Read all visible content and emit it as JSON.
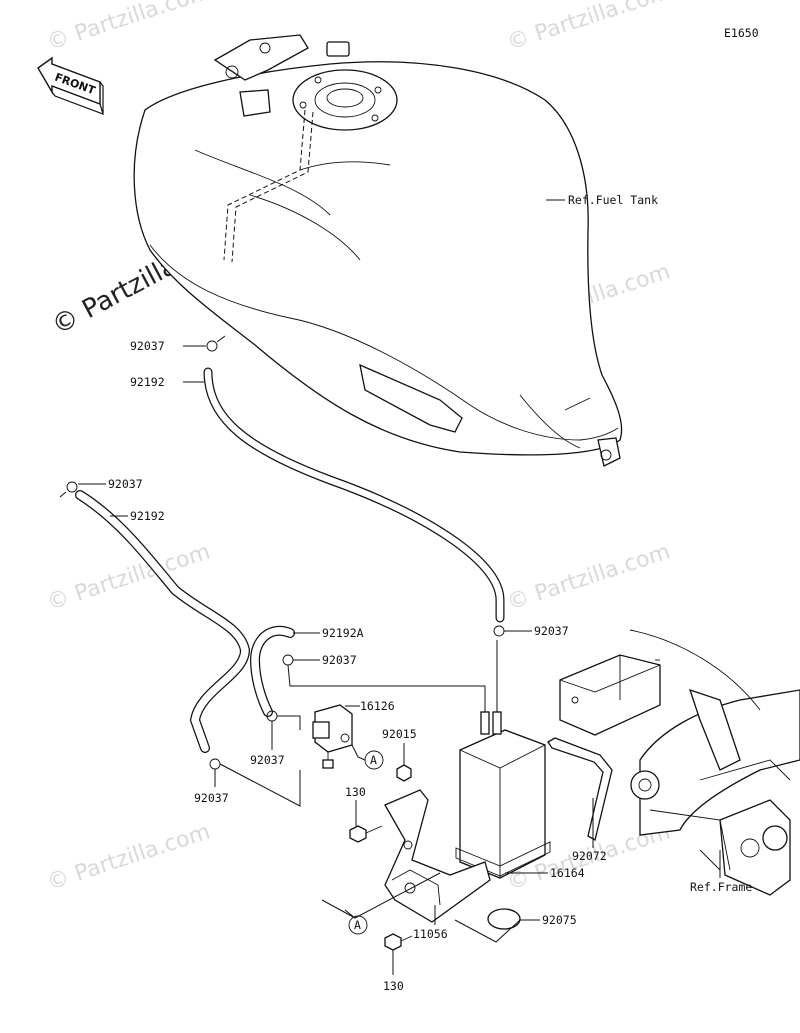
{
  "diagram_code": "E1650",
  "front_label": "FRONT",
  "watermark": "© Partzilla.com",
  "refs": {
    "fuel_tank": "Ref.Fuel Tank",
    "frame": "Ref.Frame"
  },
  "callouts": {
    "c1": "92037",
    "c2": "92192",
    "c3": "92037",
    "c4": "92192",
    "c5": "92192A",
    "c6": "92037",
    "c7": "92037",
    "c8": "16126",
    "c9": "92015",
    "c10": "92037",
    "c11": "92037",
    "c12": "130",
    "c13": "92072",
    "c14": "16164",
    "c15": "92075",
    "c16": "11056",
    "c17": "130"
  },
  "markers": {
    "a1": "A",
    "a2": "A"
  }
}
